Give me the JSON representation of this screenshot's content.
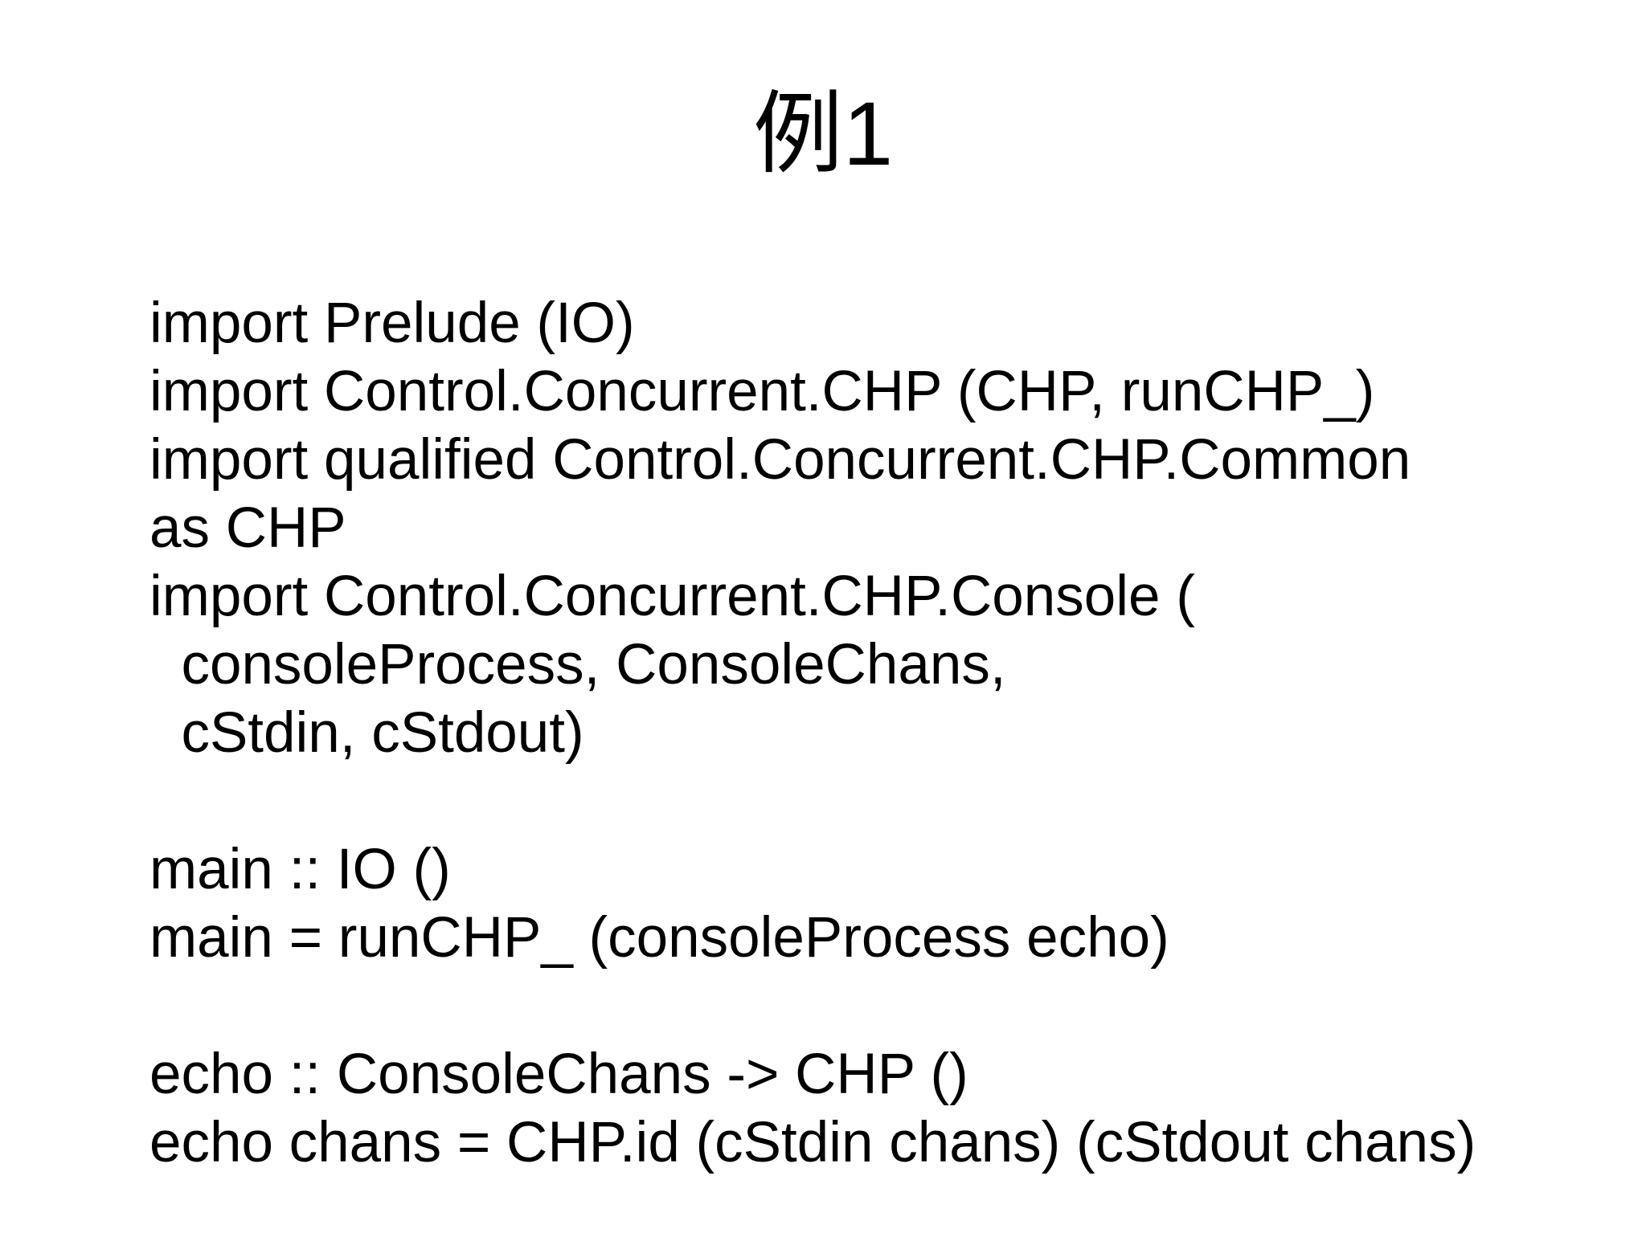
{
  "slide": {
    "title": "例1",
    "code_lines": [
      "import Prelude (IO)",
      "import Control.Concurrent.CHP (CHP, runCHP_)",
      "import qualified Control.Concurrent.CHP.Common",
      "as CHP",
      "import Control.Concurrent.CHP.Console (",
      "  consoleProcess, ConsoleChans,",
      "  cStdin, cStdout)",
      "",
      "main :: IO ()",
      "main = runCHP_ (consoleProcess echo)",
      "",
      "echo :: ConsoleChans -> CHP ()",
      "echo chans = CHP.id (cStdin chans) (cStdout chans)"
    ],
    "colors": {
      "background": "#ffffff",
      "text": "#000000"
    }
  }
}
